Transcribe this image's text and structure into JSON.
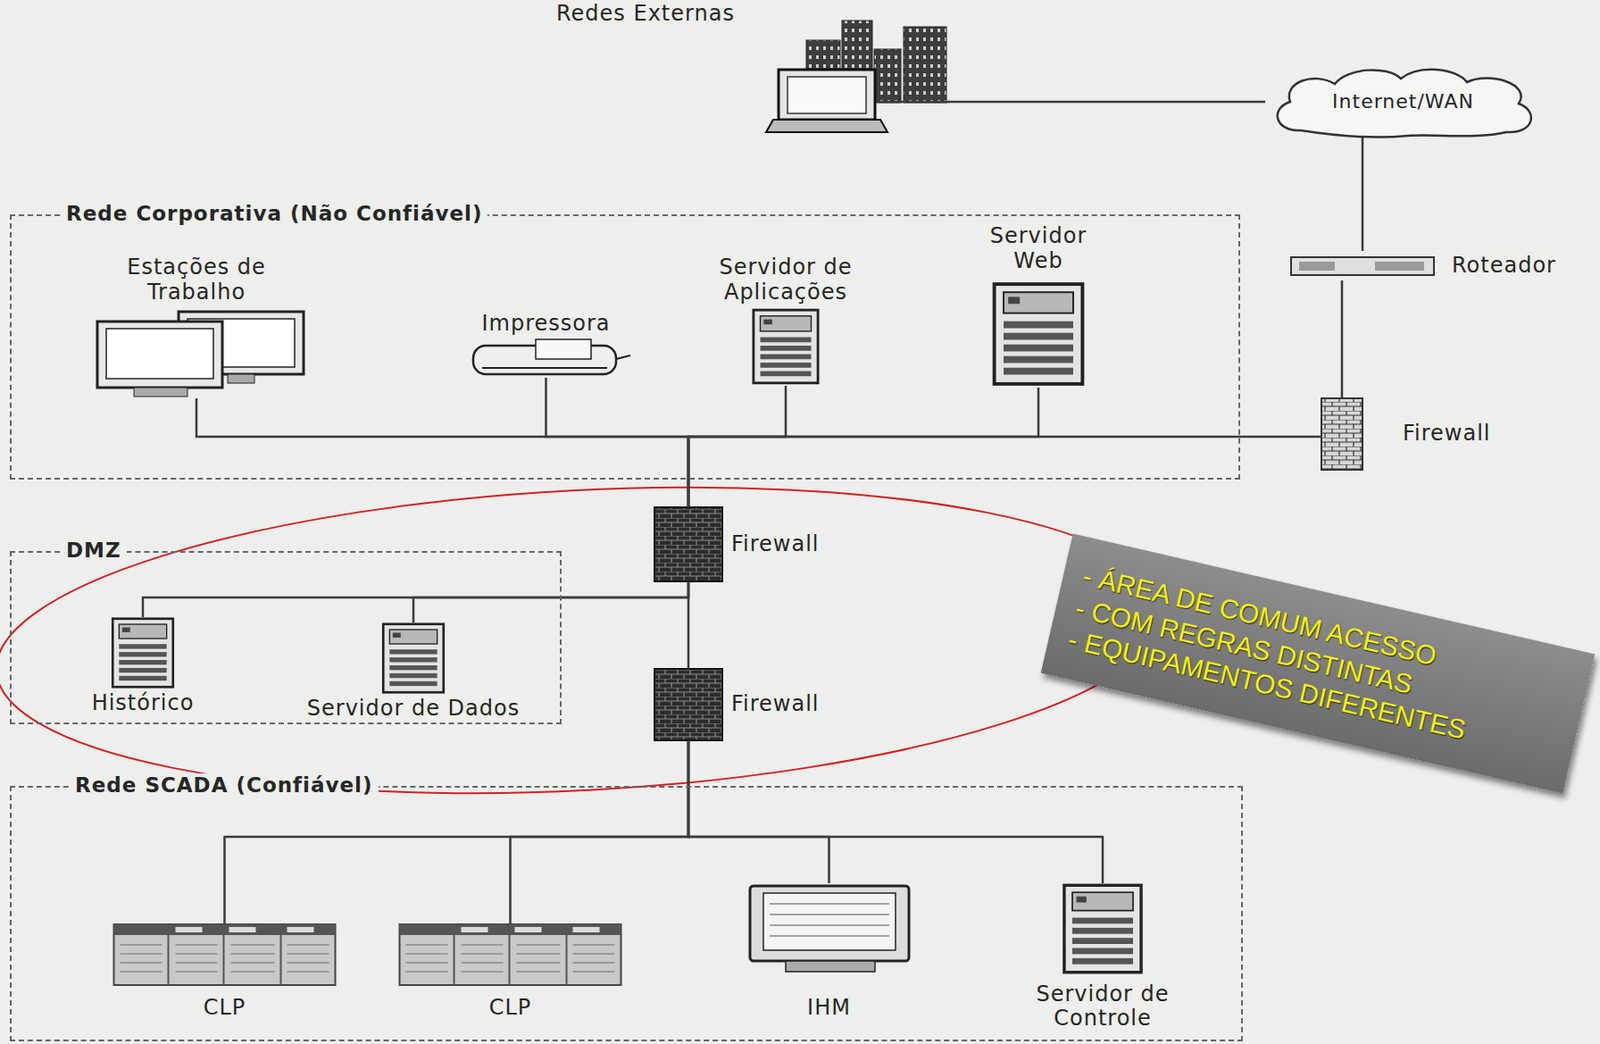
{
  "diagram": {
    "nodes": [
      {
        "text": [
          "Redes Externas"
        ]
      },
      {
        "text": [
          "Internet/WAN"
        ]
      },
      {
        "text": [
          "Roteador"
        ]
      },
      {
        "text": [
          "Firewall"
        ]
      },
      {
        "text": [
          "Rede Corporativa (Não Confiável)"
        ]
      },
      {
        "text": [
          "Estações de Trabalho"
        ],
        "in": 4
      },
      {
        "text": [
          "Impressora"
        ],
        "in": 4
      },
      {
        "text": [
          "Servidor de Aplicações"
        ],
        "in": 4
      },
      {
        "text": [
          "Servidor Web"
        ],
        "in": 4
      },
      {
        "text": [
          "Firewall"
        ]
      },
      {
        "text": [
          "DMZ"
        ]
      },
      {
        "text": [
          "Histórico"
        ],
        "in": 10
      },
      {
        "text": [
          "Servidor de Dados"
        ],
        "in": 10
      },
      {
        "text": [
          "Firewall"
        ]
      },
      {
        "text": [
          "Rede SCADA (Confiável)"
        ]
      },
      {
        "text": [
          "CLP"
        ],
        "in": 14
      },
      {
        "text": [
          "CLP"
        ],
        "in": 14
      },
      {
        "text": [
          "IHM"
        ],
        "in": 14
      },
      {
        "text": [
          "Servidor de Controle"
        ],
        "in": 14
      },
      {
        "text": [
          "- ÁREA DE COMUM ACESSO",
          "- COM REGRAS DISTINTAS",
          "- EQUIPAMENTOS DIFERENTES"
        ]
      }
    ],
    "edges": [
      {
        "from": 0,
        "to": 1,
        "arrow": "none"
      },
      {
        "from": 1,
        "to": 2,
        "arrow": "none"
      },
      {
        "from": 2,
        "to": 3,
        "arrow": "none"
      },
      {
        "from": 3,
        "to": 9,
        "arrow": "none"
      },
      {
        "from": 5,
        "to": 9,
        "arrow": "none"
      },
      {
        "from": 6,
        "to": 9,
        "arrow": "none"
      },
      {
        "from": 7,
        "to": 9,
        "arrow": "none"
      },
      {
        "from": 8,
        "to": 9,
        "arrow": "none"
      },
      {
        "from": 9,
        "to": 11,
        "arrow": "none"
      },
      {
        "from": 9,
        "to": 12,
        "arrow": "none"
      },
      {
        "from": 9,
        "to": 13,
        "arrow": "none"
      },
      {
        "from": 13,
        "to": 15,
        "arrow": "none"
      },
      {
        "from": 13,
        "to": 16,
        "arrow": "none"
      },
      {
        "from": 13,
        "to": 17,
        "arrow": "none"
      },
      {
        "from": 13,
        "to": 18,
        "arrow": "none"
      }
    ]
  }
}
